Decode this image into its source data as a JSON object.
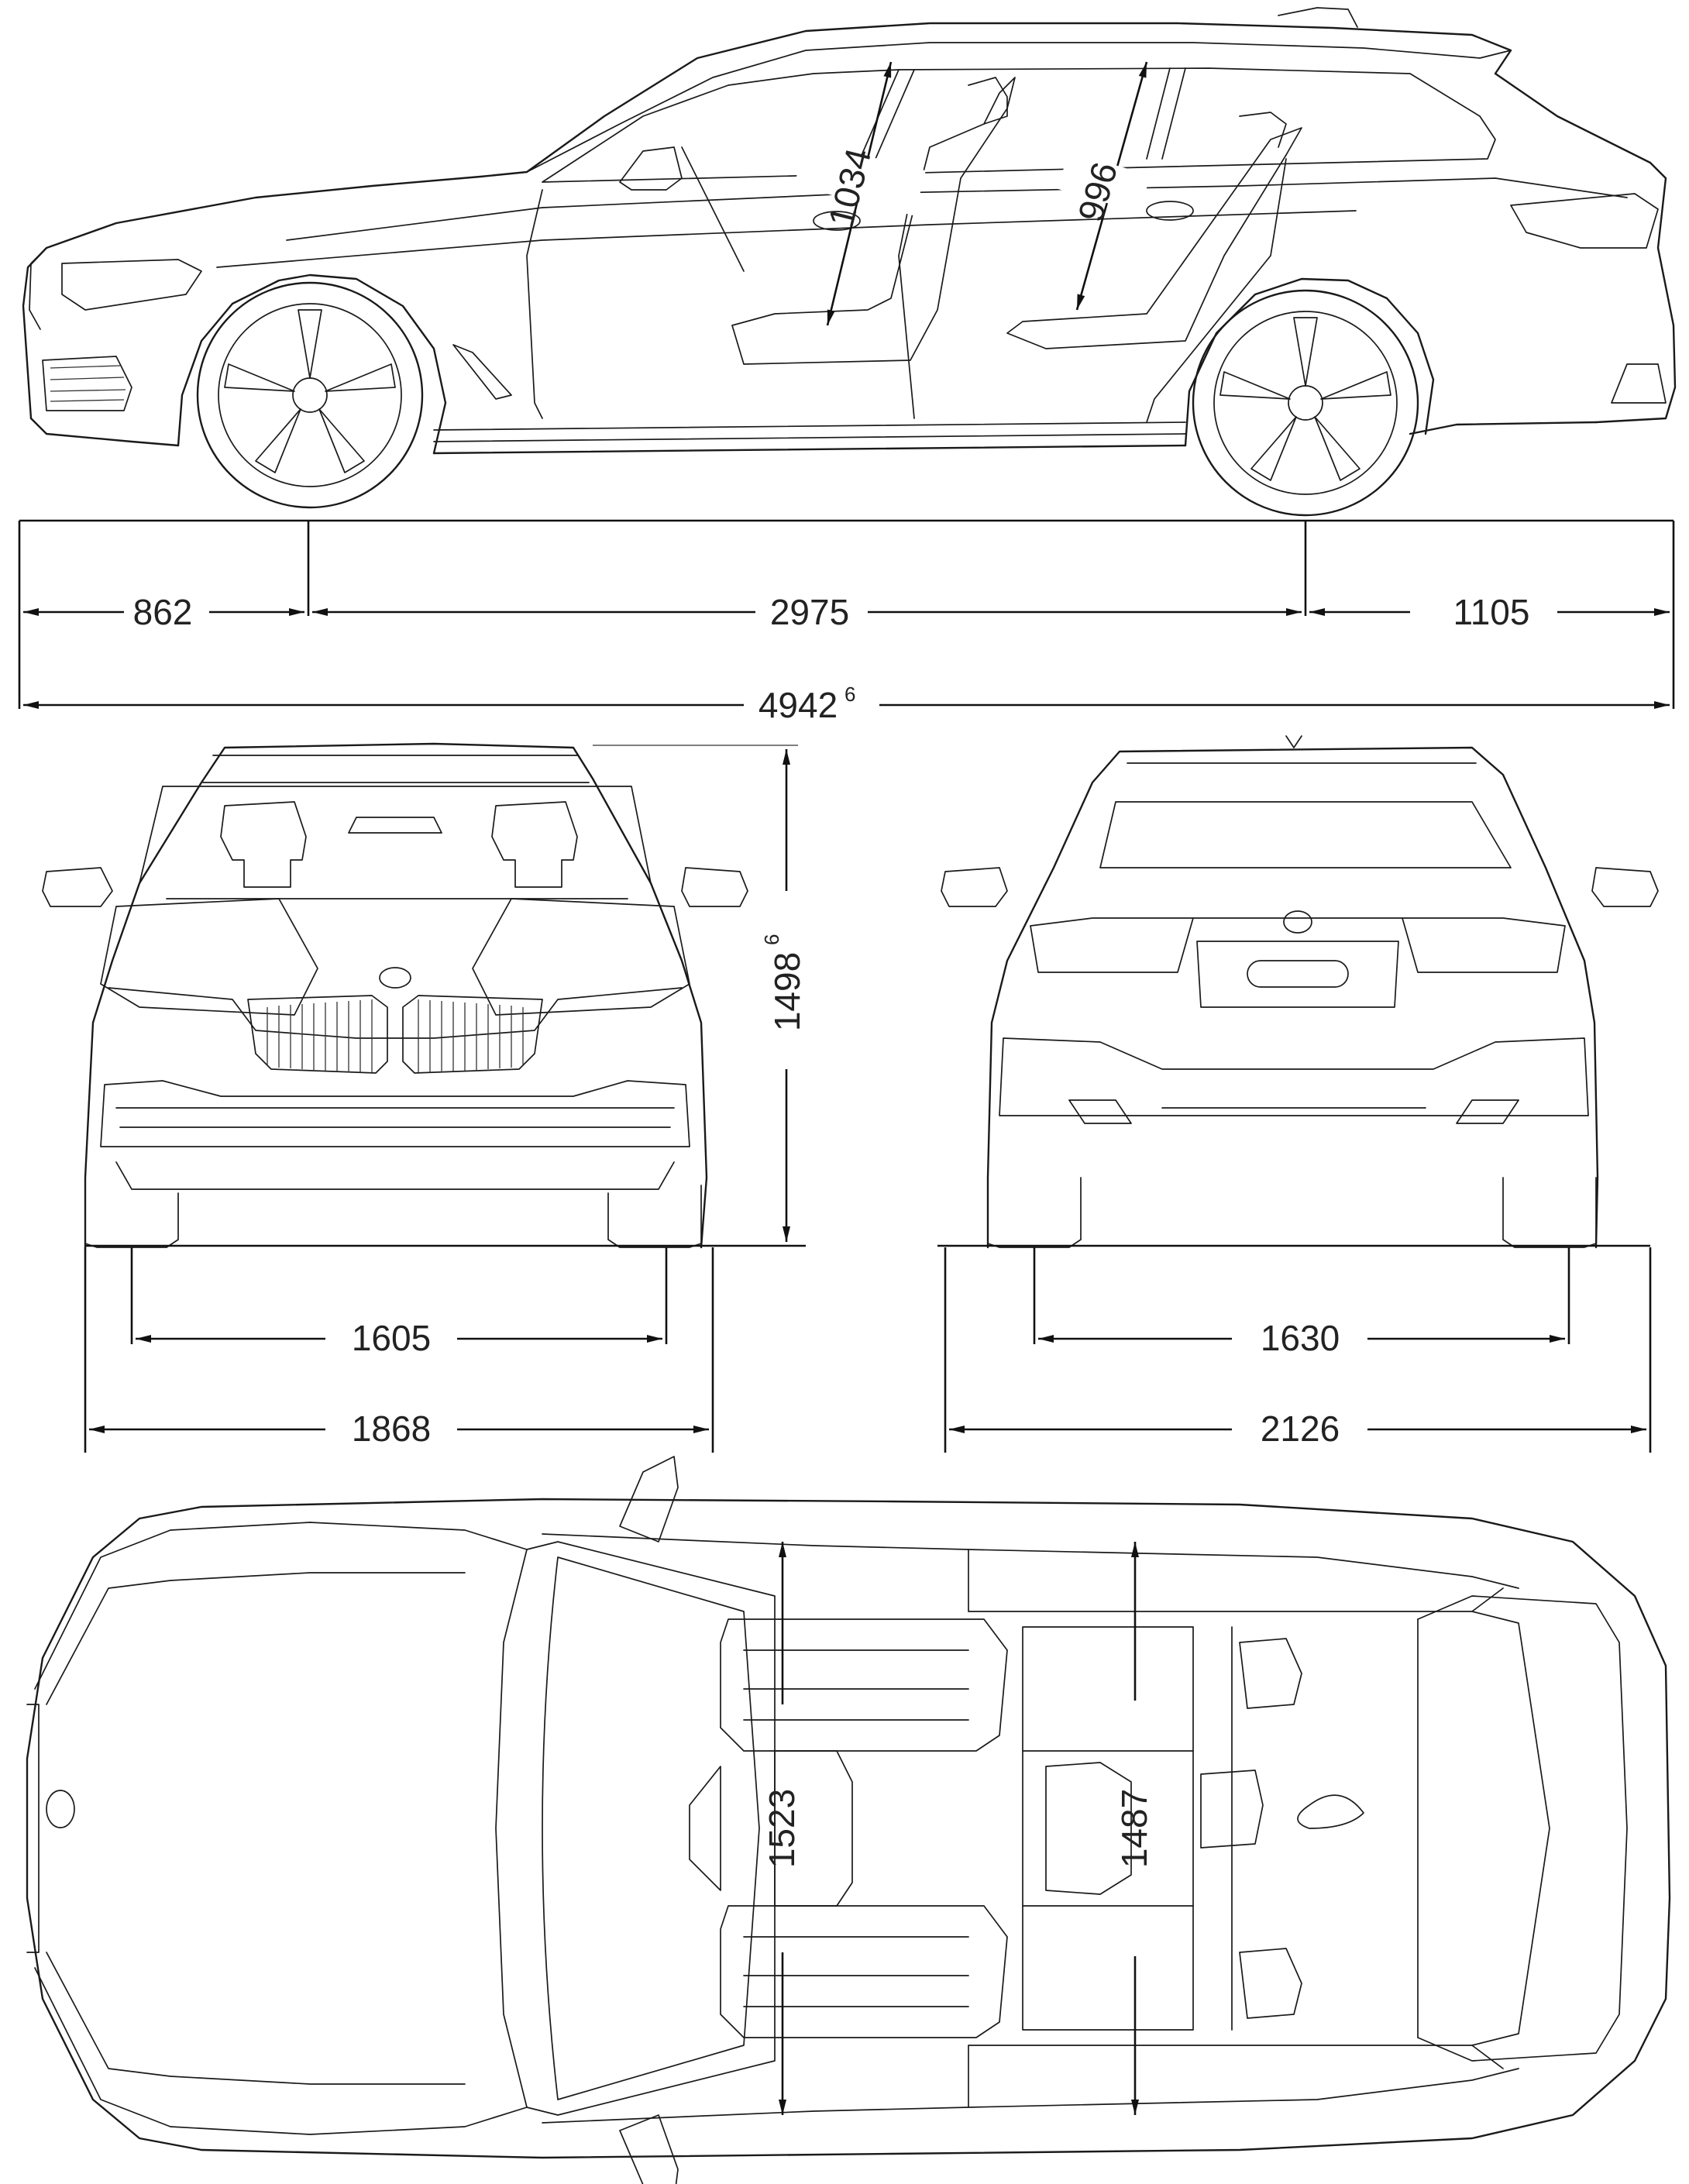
{
  "dimensions": {
    "front_overhang": "862",
    "wheelbase": "2975",
    "rear_overhang": "1105",
    "overall_length": "4942",
    "overall_length_sup": "6",
    "overall_height": "1498",
    "overall_height_sup": "6",
    "front_track": "1605",
    "width_body": "1868",
    "rear_track": "1630",
    "width_mirrors": "2126",
    "front_headroom": "1034",
    "rear_headroom": "996",
    "front_shoulder": "1523",
    "rear_shoulder": "1487"
  },
  "colors": {
    "line": "#1a1a1a",
    "background": "#ffffff"
  }
}
